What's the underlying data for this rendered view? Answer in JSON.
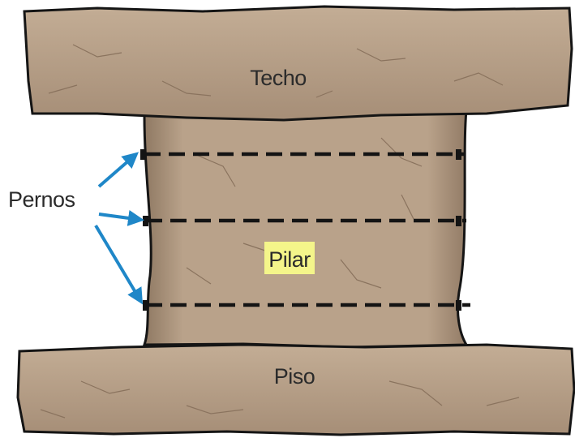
{
  "labels": {
    "roof": "Techo",
    "floor": "Piso",
    "pillar": "Pilar",
    "bolts": "Pernos"
  },
  "colors": {
    "rock_fill": "#b9a28a",
    "rock_shade": "#8f7963",
    "outline": "#151515",
    "crack": "#8a735e",
    "bolt": "#141414",
    "arrow": "#1f87c8",
    "highlight": "#f4f58a"
  },
  "bolt_count": 3
}
